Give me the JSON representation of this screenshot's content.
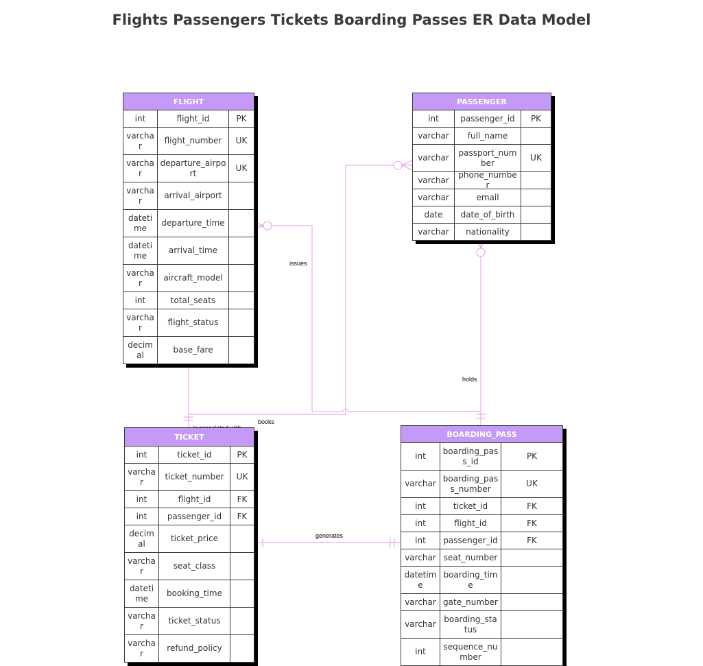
{
  "title": "Flights Passengers Tickets Boarding Passes ER Data Model",
  "colors": {
    "header": "#c599f7",
    "edge": "#e59be6",
    "border": "#3a3a3a",
    "shadow": "#000000"
  },
  "entities": {
    "flight": {
      "name": "FLIGHT",
      "attributes": [
        {
          "type": "int",
          "name": "flight_id",
          "key": "PK"
        },
        {
          "type": "varchar",
          "name": "flight_number",
          "key": "UK"
        },
        {
          "type": "varchar",
          "name": "departure_airport",
          "key": "UK"
        },
        {
          "type": "varchar",
          "name": "arrival_airport",
          "key": ""
        },
        {
          "type": "datetime",
          "name": "departure_time",
          "key": ""
        },
        {
          "type": "datetime",
          "name": "arrival_time",
          "key": ""
        },
        {
          "type": "varchar",
          "name": "aircraft_model",
          "key": ""
        },
        {
          "type": "int",
          "name": "total_seats",
          "key": ""
        },
        {
          "type": "varchar",
          "name": "flight_status",
          "key": ""
        },
        {
          "type": "decimal",
          "name": "base_fare",
          "key": ""
        }
      ]
    },
    "passenger": {
      "name": "PASSENGER",
      "attributes": [
        {
          "type": "int",
          "name": "passenger_id",
          "key": "PK"
        },
        {
          "type": "varchar",
          "name": "full_name",
          "key": ""
        },
        {
          "type": "varchar",
          "name": "passport_number",
          "key": "UK"
        },
        {
          "type": "varchar",
          "name": "phone_number",
          "key": ""
        },
        {
          "type": "varchar",
          "name": "email",
          "key": ""
        },
        {
          "type": "date",
          "name": "date_of_birth",
          "key": ""
        },
        {
          "type": "varchar",
          "name": "nationality",
          "key": ""
        }
      ]
    },
    "ticket": {
      "name": "TICKET",
      "attributes": [
        {
          "type": "int",
          "name": "ticket_id",
          "key": "PK"
        },
        {
          "type": "varchar",
          "name": "ticket_number",
          "key": "UK"
        },
        {
          "type": "int",
          "name": "flight_id",
          "key": "FK"
        },
        {
          "type": "int",
          "name": "passenger_id",
          "key": "FK"
        },
        {
          "type": "decimal",
          "name": "ticket_price",
          "key": ""
        },
        {
          "type": "varchar",
          "name": "seat_class",
          "key": ""
        },
        {
          "type": "datetime",
          "name": "booking_time",
          "key": ""
        },
        {
          "type": "varchar",
          "name": "ticket_status",
          "key": ""
        },
        {
          "type": "varchar",
          "name": "refund_policy",
          "key": ""
        }
      ]
    },
    "boarding_pass": {
      "name": "BOARDING_PASS",
      "attributes": [
        {
          "type": "int",
          "name": "boarding_pass_id",
          "key": "PK"
        },
        {
          "type": "varchar",
          "name": "boarding_pass_number",
          "key": "UK"
        },
        {
          "type": "int",
          "name": "ticket_id",
          "key": "FK"
        },
        {
          "type": "int",
          "name": "flight_id",
          "key": "FK"
        },
        {
          "type": "int",
          "name": "passenger_id",
          "key": "FK"
        },
        {
          "type": "varchar",
          "name": "seat_number",
          "key": ""
        },
        {
          "type": "datetime",
          "name": "boarding_time",
          "key": ""
        },
        {
          "type": "varchar",
          "name": "gate_number",
          "key": ""
        },
        {
          "type": "varchar",
          "name": "boarding_status",
          "key": ""
        },
        {
          "type": "int",
          "name": "sequence_number",
          "key": ""
        }
      ]
    }
  },
  "relationships": {
    "issues": "issues",
    "books": "books",
    "holds": "holds",
    "is_associated_with": "is associated with",
    "generates": "generates"
  }
}
